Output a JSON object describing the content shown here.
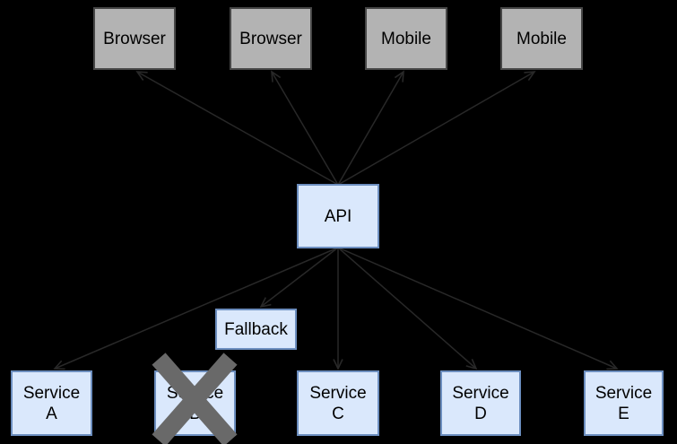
{
  "diagram": {
    "kind": "architecture-diagram",
    "description": "Clients connect to an API which fans out to services; Service B is failed (crossed out) and a Fallback intercepts its route."
  },
  "colors": {
    "background": "#000000",
    "client_box_fill": "#b3b3b3",
    "client_box_border": "#474747",
    "service_box_fill": "#dae8fc",
    "service_box_border": "#6c8ebf",
    "connector": "#282828",
    "failure_x": "#696969",
    "label_text": "#000000"
  },
  "nodes": {
    "browser1": {
      "label": "Browser"
    },
    "browser2": {
      "label": "Browser"
    },
    "mobile1": {
      "label": "Mobile"
    },
    "mobile2": {
      "label": "Mobile"
    },
    "api": {
      "label": "API"
    },
    "fallback": {
      "label": "Fallback"
    },
    "serviceA": {
      "label": "Service",
      "sublabel": "A"
    },
    "serviceB": {
      "label": "Service",
      "sublabel": "B"
    },
    "serviceC": {
      "label": "Service",
      "sublabel": "C"
    },
    "serviceD": {
      "label": "Service",
      "sublabel": "D"
    },
    "serviceE": {
      "label": "Service",
      "sublabel": "E"
    }
  },
  "edges": [
    {
      "from": "api",
      "to": "browser1",
      "arrowhead_at": "browser1"
    },
    {
      "from": "api",
      "to": "browser2",
      "arrowhead_at": "browser2"
    },
    {
      "from": "api",
      "to": "mobile1",
      "arrowhead_at": "mobile1"
    },
    {
      "from": "api",
      "to": "mobile2",
      "arrowhead_at": "mobile2"
    },
    {
      "from": "api",
      "to": "fallback",
      "arrowhead_at": "fallback"
    },
    {
      "from": "api",
      "to": "serviceA",
      "arrowhead_at": "serviceA"
    },
    {
      "from": "api",
      "to": "serviceC",
      "arrowhead_at": "serviceC"
    },
    {
      "from": "api",
      "to": "serviceD",
      "arrowhead_at": "serviceD"
    },
    {
      "from": "api",
      "to": "serviceE",
      "arrowhead_at": "serviceE"
    }
  ],
  "failure_marker": {
    "over": "serviceB",
    "glyph": "X"
  }
}
